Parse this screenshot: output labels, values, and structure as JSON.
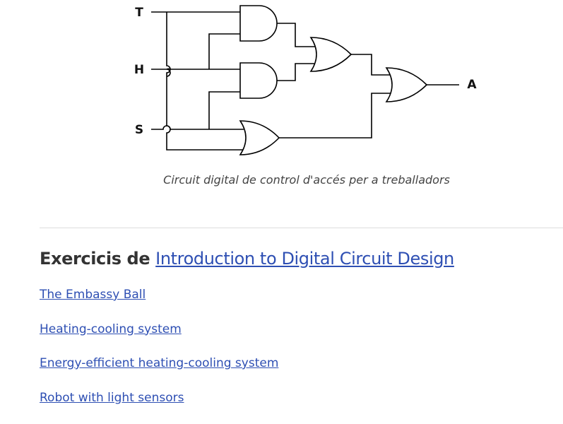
{
  "diagram": {
    "inputs": [
      "T",
      "H",
      "S"
    ],
    "output": "A",
    "caption": "Circuit digital de control d'accés per a treballadors"
  },
  "section": {
    "heading_prefix": "Exercicis de",
    "heading_link": "Introduction to Digital Circuit Design"
  },
  "exercises": [
    "The Embassy Ball",
    "Heating-cooling system",
    "Energy-efficient heating-cooling system",
    "Robot with light sensors"
  ],
  "colors": {
    "link": "#2e4fb3",
    "text": "#333333"
  }
}
